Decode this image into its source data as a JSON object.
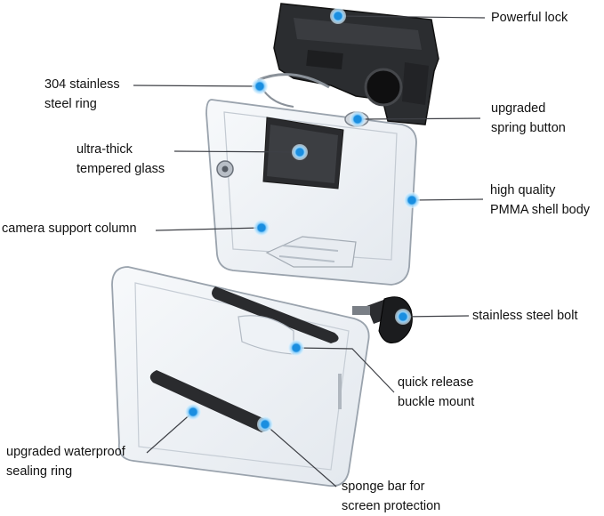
{
  "accent_color": "#1a8ee0",
  "labels": {
    "powerful_lock": "Powerful lock",
    "steel_ring": "304 stainless\nsteel ring",
    "spring_button": "upgraded\nspring button",
    "tempered_glass": "ultra-thick\ntempered glass",
    "shell_body": "high quality\nPMMA shell body",
    "support_column": "camera support column",
    "steel_bolt": "stainless steel bolt",
    "buckle_mount": "quick release\nbuckle mount",
    "sealing_ring": "upgraded waterproof\nsealing ring",
    "sponge_bar": "sponge bar for\nscreen protection"
  }
}
